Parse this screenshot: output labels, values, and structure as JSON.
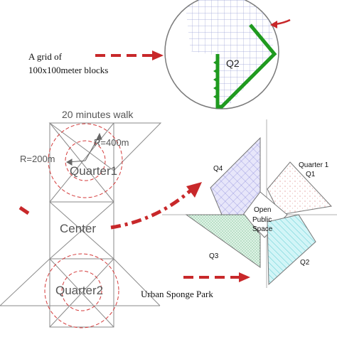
{
  "zoom_caption": {
    "line1": "A grid of",
    "line2": "100x100meter blocks"
  },
  "zoom_label": "Q2",
  "plan": {
    "walk_caption": "20 minutes walk",
    "radius_large": "R=400m",
    "radius_small": "R=200m",
    "quarter_top": "Quarter1",
    "center": "Center",
    "quarter_bottom": "Quarter2"
  },
  "park": {
    "q4": "Q4",
    "q1_line1": "Quarter 1",
    "q1_line2": "Q1",
    "open_line1": "Open",
    "open_line2": "Public",
    "open_line3": "Space",
    "q3": "Q3",
    "q2": "Q2",
    "caption": "Urban Sponge Park"
  },
  "colors": {
    "arrow_red": "#c8282a",
    "dash_red": "#d43a3a",
    "edge_green": "#1f9a1f",
    "grid_blue": "#9aa3d6",
    "line_gray": "#8a8a8a",
    "text_gray": "#555555",
    "q4_fill": "#c9c8f2",
    "q1_dots": "#e39a9a",
    "q3_fill": "#c7ebd3",
    "q2_fill": "#bff0f2"
  }
}
